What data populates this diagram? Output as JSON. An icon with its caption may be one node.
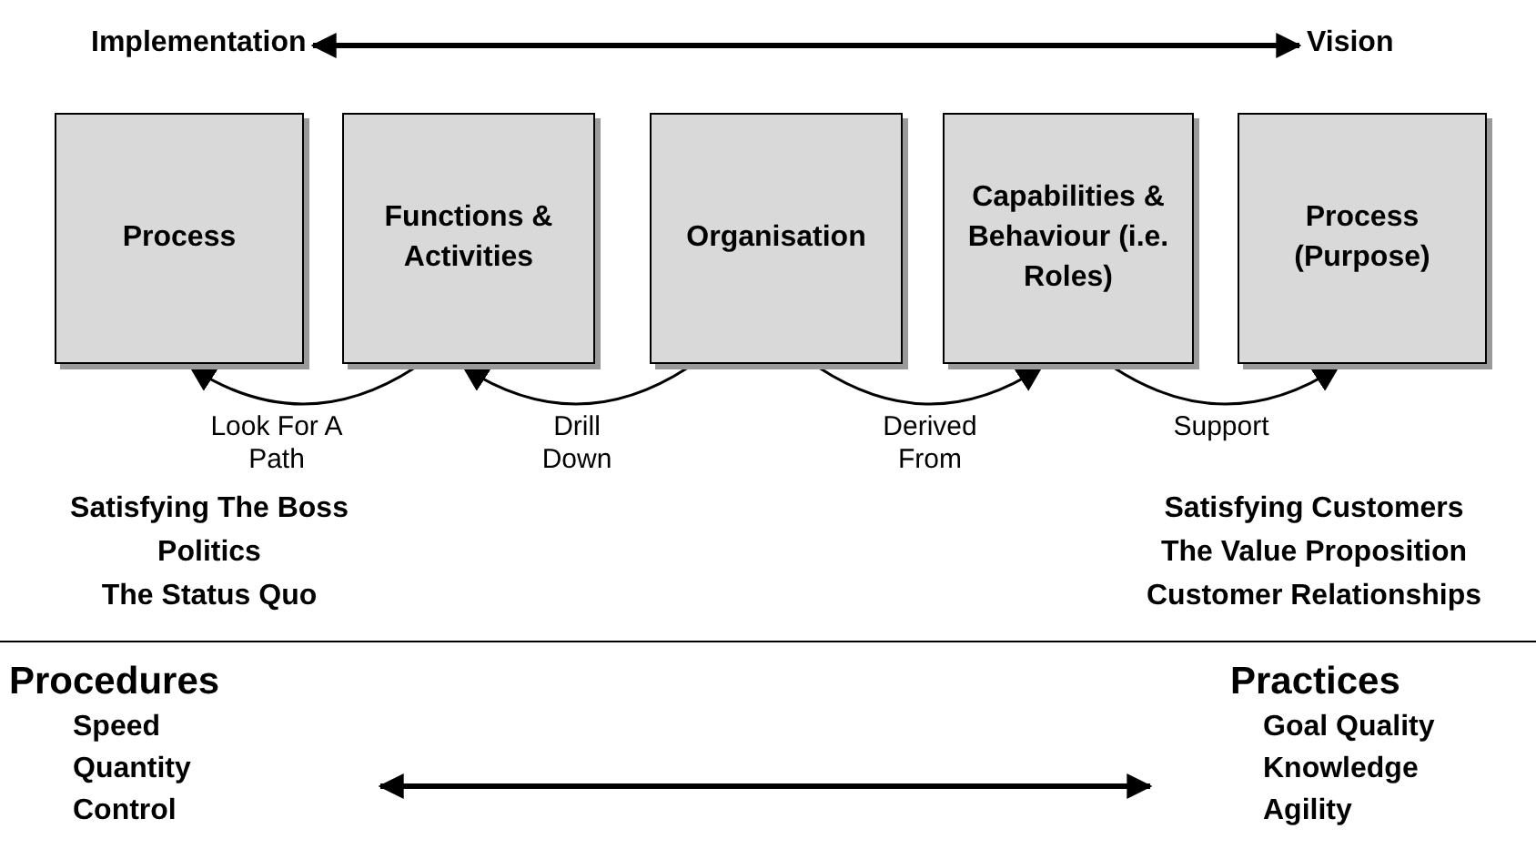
{
  "diagram": {
    "nodes": [
      {
        "text": [
          "Implementation"
        ]
      },
      {
        "text": [
          "Vision"
        ]
      },
      {
        "text": [
          "Process"
        ]
      },
      {
        "text": [
          "Functions & Activities"
        ]
      },
      {
        "text": [
          "Organisation"
        ]
      },
      {
        "text": [
          "Capabilities & Behaviour (i.e. Roles)"
        ]
      },
      {
        "text": [
          "Process (Purpose)"
        ]
      },
      {
        "text": [
          "Procedures",
          "Speed",
          "Quantity",
          "Control"
        ]
      },
      {
        "text": [
          "Practices",
          "Goal Quality",
          "Knowledge",
          "Agility"
        ]
      }
    ],
    "edges": [
      {
        "from": 0,
        "to": 1,
        "arrow": "both",
        "style": "thick"
      },
      {
        "from": 3,
        "to": 2,
        "arrow": "to",
        "label": "Look For A Path"
      },
      {
        "from": 4,
        "to": 3,
        "arrow": "to",
        "label": "Drill Down"
      },
      {
        "from": 4,
        "to": 5,
        "arrow": "to",
        "label": "Derived From"
      },
      {
        "from": 5,
        "to": 6,
        "arrow": "to",
        "label": "Support"
      },
      {
        "from": 7,
        "to": 8,
        "arrow": "both",
        "style": "thick"
      }
    ],
    "labels": [
      "Satisfying The Boss",
      "Politics",
      "The Status Quo",
      "Satisfying Customers",
      "The Value Proposition",
      "Customer Relationships"
    ]
  }
}
